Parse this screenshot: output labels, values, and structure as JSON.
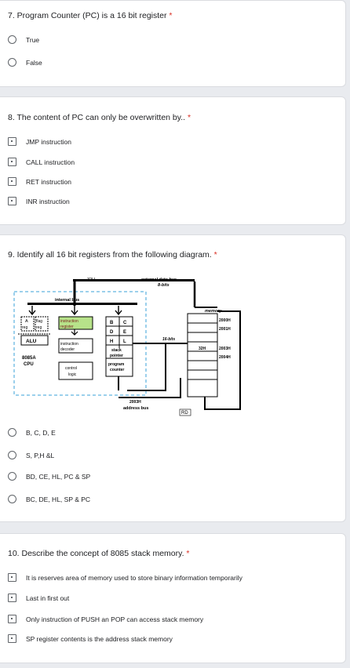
{
  "questions": [
    {
      "title": "7. Program Counter (PC) is a 16 bit register",
      "required_mark": "*",
      "options": [
        "True",
        "False"
      ]
    },
    {
      "title": "8. The content of PC can only be overwritten by..",
      "required_mark": "*",
      "options": [
        "JMP instruction",
        "CALL instruction",
        "RET instruction",
        "INR instruction"
      ]
    },
    {
      "title": "9. Identify all 16 bit registers from the following diagram.",
      "required_mark": "*",
      "options": [
        "B, C, D, E",
        "S, P,H &L",
        "BD, CE, HL, PC & SP",
        "BC, DE, HL, SP & PC"
      ]
    },
    {
      "title": "10. Describe the concept of 8085 stack memory.",
      "required_mark": "*",
      "options": [
        "It is reserves area of memory used to store binary information temporarily",
        "Last in first out",
        "Only instruction of PUSH an POP can access stack memory",
        "SP register contents is the address stack memory"
      ]
    }
  ],
  "diagram": {
    "labels": {
      "top_32h": "32H",
      "external_bus": "external data bus",
      "bits8": "8-bits",
      "internal_bus": "internal bus",
      "a": "A",
      "reg": "reg",
      "flag": "flag",
      "reg2": "reg",
      "ir1": "instruction",
      "ir2": "register",
      "alu": "ALU",
      "dec1": "instruction",
      "dec2": "decoder",
      "cpu1": "8085A",
      "cpu2": "CPU",
      "ctl1": "control",
      "ctl2": "logic",
      "b": "B",
      "c": "C",
      "d": "D",
      "e": "E",
      "h": "H",
      "l": "L",
      "sp1": "stack",
      "sp2": "pointer",
      "pc1": "program",
      "pc2": "counter",
      "bits16": "16-bits",
      "memory": "memory",
      "m2000": "2000H",
      "m2001": "2001H",
      "m2003": "2003H",
      "m2004": "2004H",
      "m32h": "32H",
      "addr_val": "2003H",
      "addr_bus": "address bus",
      "rd": "RD"
    }
  }
}
